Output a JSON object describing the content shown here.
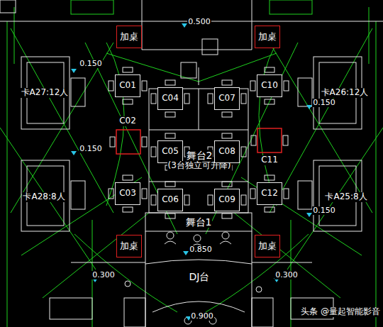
{
  "diagram": {
    "nodes": [
      {
        "text": [
          "加桌"
        ]
      },
      {
        "text": [
          "加桌"
        ]
      },
      {
        "text": [
          "卡A27:12人"
        ]
      },
      {
        "text": [
          "C01"
        ]
      },
      {
        "text": [
          "C04"
        ]
      },
      {
        "text": [
          "C07"
        ]
      },
      {
        "text": [
          "C10"
        ]
      },
      {
        "text": [
          "卡A26:12人"
        ]
      },
      {
        "text": [
          "C02"
        ]
      },
      {
        "text": [
          "C05"
        ]
      },
      {
        "text": [
          "舞台2",
          "(3台独立可升降)"
        ]
      },
      {
        "text": [
          "C08"
        ]
      },
      {
        "text": [
          "C11"
        ]
      },
      {
        "text": [
          "C03"
        ]
      },
      {
        "text": [
          "卡A28:8人"
        ]
      },
      {
        "text": [
          "C06"
        ]
      },
      {
        "text": [
          "C09"
        ]
      },
      {
        "text": [
          "C12"
        ]
      },
      {
        "text": [
          "卡A25:8人"
        ]
      },
      {
        "text": [
          "舞台1"
        ]
      },
      {
        "text": [
          "加桌"
        ]
      },
      {
        "text": [
          "加桌"
        ]
      },
      {
        "text": [
          "DJ台"
        ]
      }
    ],
    "labels": [
      "0.500",
      "0.150",
      "0.150",
      "0.150",
      "0.150",
      "0.850",
      "0.300",
      "0.300",
      "0.900",
      "头条 @量起智能影音"
    ]
  }
}
